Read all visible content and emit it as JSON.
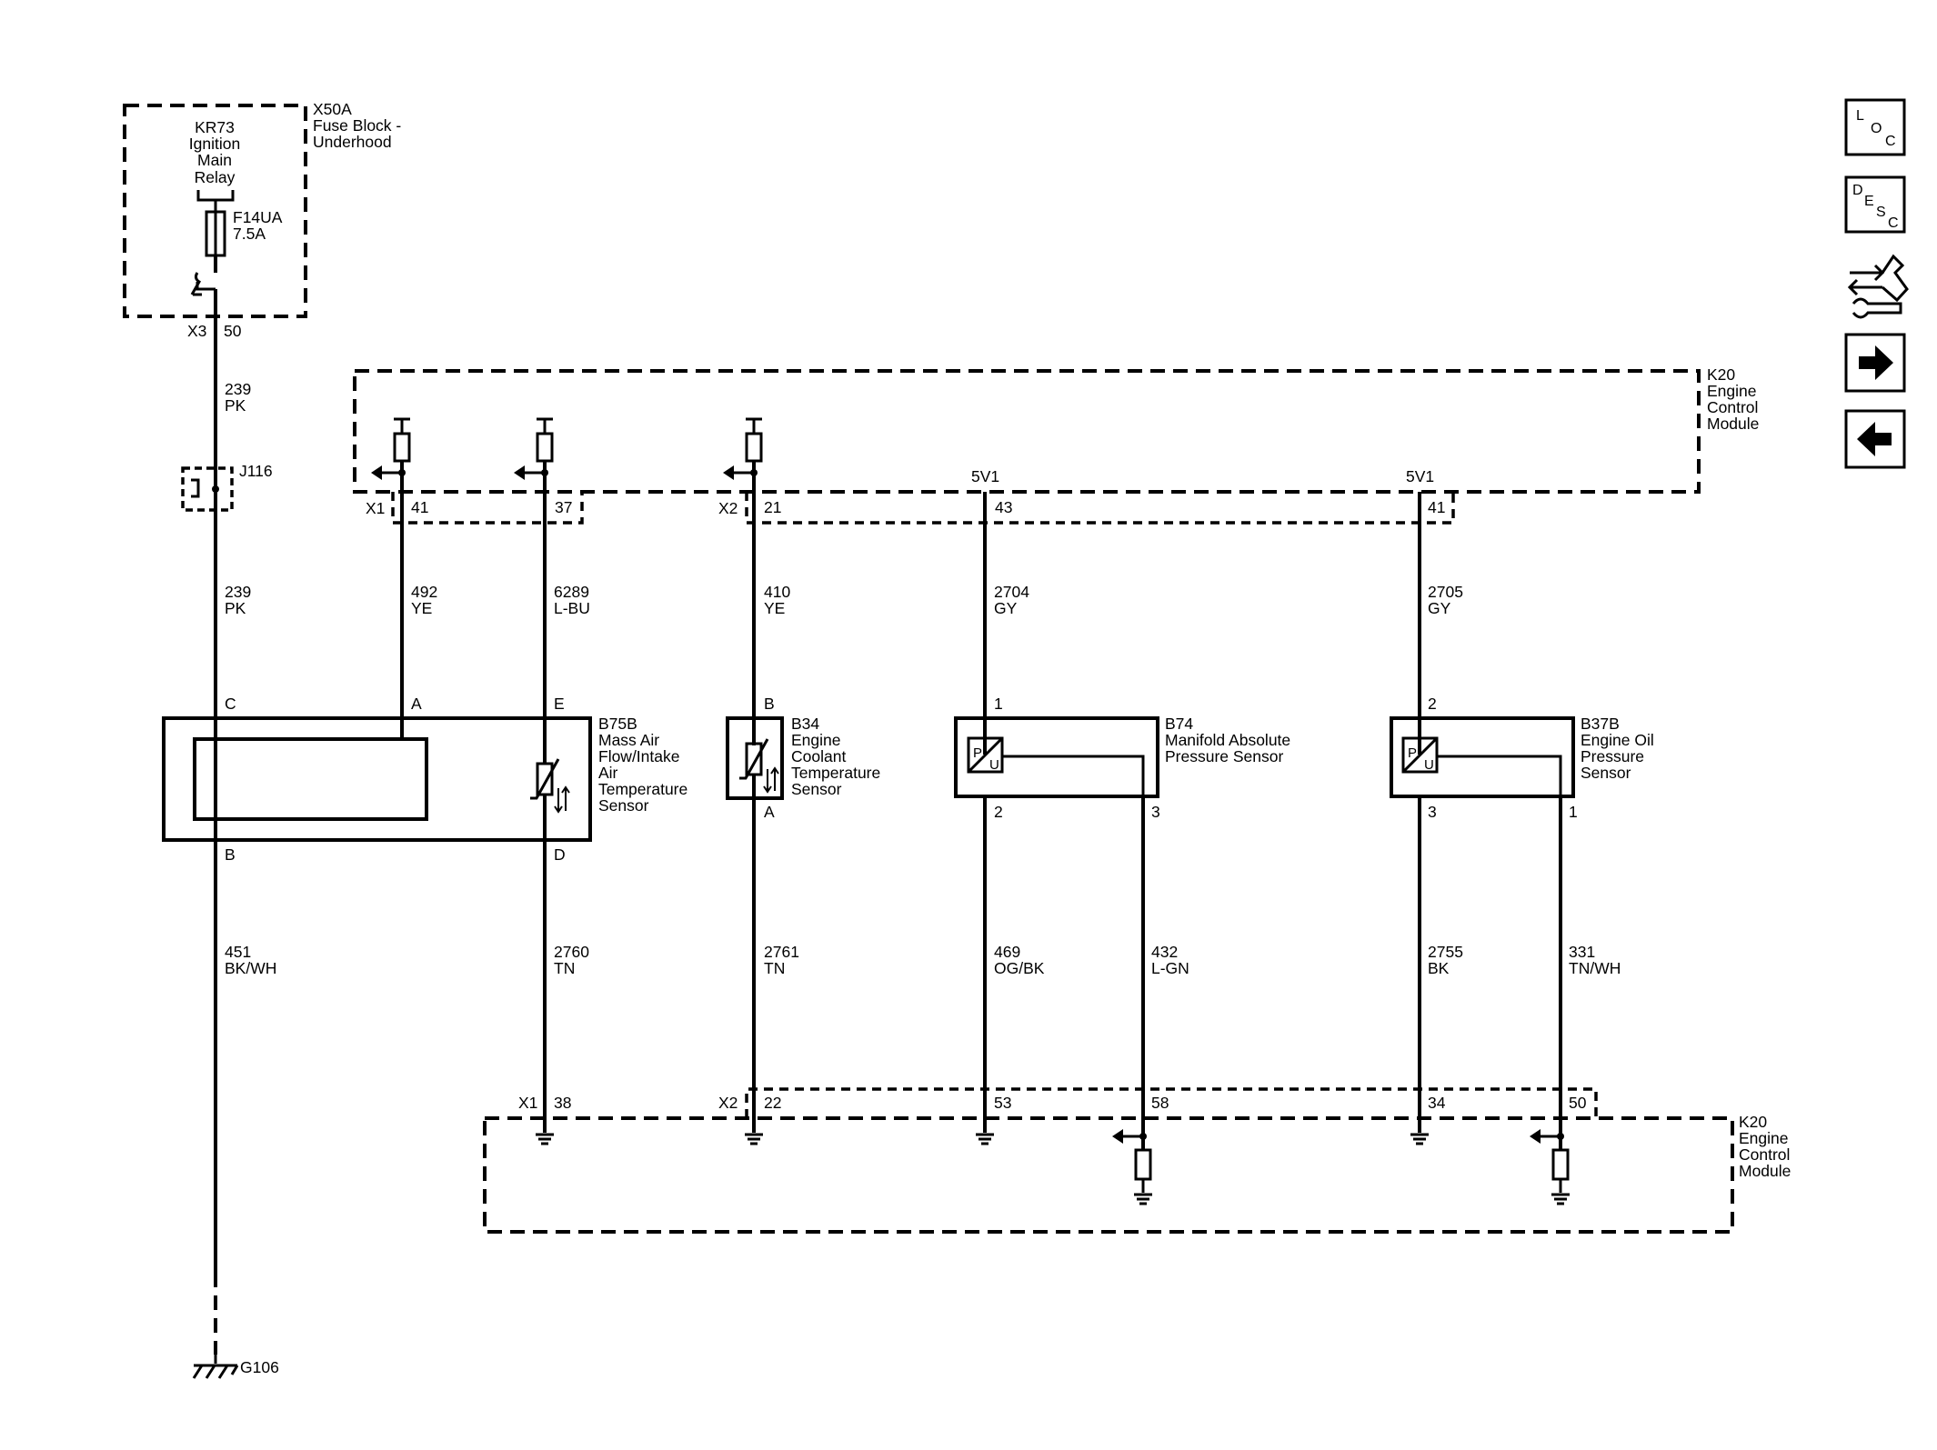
{
  "fuse_block": {
    "ref": "X50A",
    "name": [
      "Fuse Block -",
      "Underhood"
    ],
    "relay": [
      "KR73",
      "Ignition",
      "Main",
      "Relay"
    ],
    "fuse": [
      "F14UA",
      "7.5A"
    ],
    "connector": "X3",
    "pin": "50"
  },
  "splice": "J116",
  "ground": "G106",
  "ecm": {
    "name": [
      "K20",
      "Engine",
      "Control",
      "Module"
    ]
  },
  "ecm_top_connectors": {
    "x1": "X1",
    "x2": "X2"
  },
  "ecm_bottom_connectors": {
    "x1": "X1",
    "x2": "X2"
  },
  "ref_labels": {
    "map": "5V1",
    "oil": "5V1"
  },
  "top_pins": {
    "maf_a": "41",
    "maf_e": "37",
    "ect": "21",
    "map": "43",
    "oil": "41"
  },
  "bottom_pins": {
    "maf_d": "38",
    "ect": "22",
    "map_2": "53",
    "map_3": "58",
    "oil_3": "34",
    "oil_1": "50"
  },
  "wires": {
    "pk_upper": [
      "239",
      "PK"
    ],
    "pk_lower": [
      "239",
      "PK"
    ],
    "maf_sig": [
      "492",
      "YE"
    ],
    "iat_sig": [
      "6289",
      "L-BU"
    ],
    "ect_sig": [
      "410",
      "YE"
    ],
    "map_ref": [
      "2704",
      "GY"
    ],
    "oil_ref": [
      "2705",
      "GY"
    ],
    "maf_gnd": [
      "451",
      "BK/WH"
    ],
    "iat_low": [
      "2760",
      "TN"
    ],
    "ect_low": [
      "2761",
      "TN"
    ],
    "map_low": [
      "469",
      "OG/BK"
    ],
    "map_sig": [
      "432",
      "L-GN"
    ],
    "oil_low": [
      "2755",
      "BK"
    ],
    "oil_sig": [
      "331",
      "TN/WH"
    ]
  },
  "sensors": {
    "maf": {
      "name": [
        "B75B",
        "Mass Air",
        "Flow/Intake",
        "Air",
        "Temperature",
        "Sensor"
      ],
      "pins": {
        "c": "C",
        "a": "A",
        "e": "E",
        "b": "B",
        "d": "D"
      }
    },
    "ect": {
      "name": [
        "B34",
        "Engine",
        "Coolant",
        "Temperature",
        "Sensor"
      ],
      "pins": {
        "b": "B",
        "a": "A"
      }
    },
    "map": {
      "name": [
        "B74",
        "Manifold Absolute",
        "Pressure Sensor"
      ],
      "pins": {
        "ref": "1",
        "low": "2",
        "sig": "3"
      },
      "transducer": [
        "P",
        "U"
      ]
    },
    "oil": {
      "name": [
        "B37B",
        "Engine Oil",
        "Pressure",
        "Sensor"
      ],
      "pins": {
        "ref": "2",
        "low": "3",
        "sig": "1"
      },
      "transducer": [
        "P",
        "U"
      ]
    }
  },
  "nav": {
    "loc": [
      "L",
      "O",
      "C"
    ],
    "desc": [
      "D",
      "E",
      "S",
      "C"
    ]
  }
}
